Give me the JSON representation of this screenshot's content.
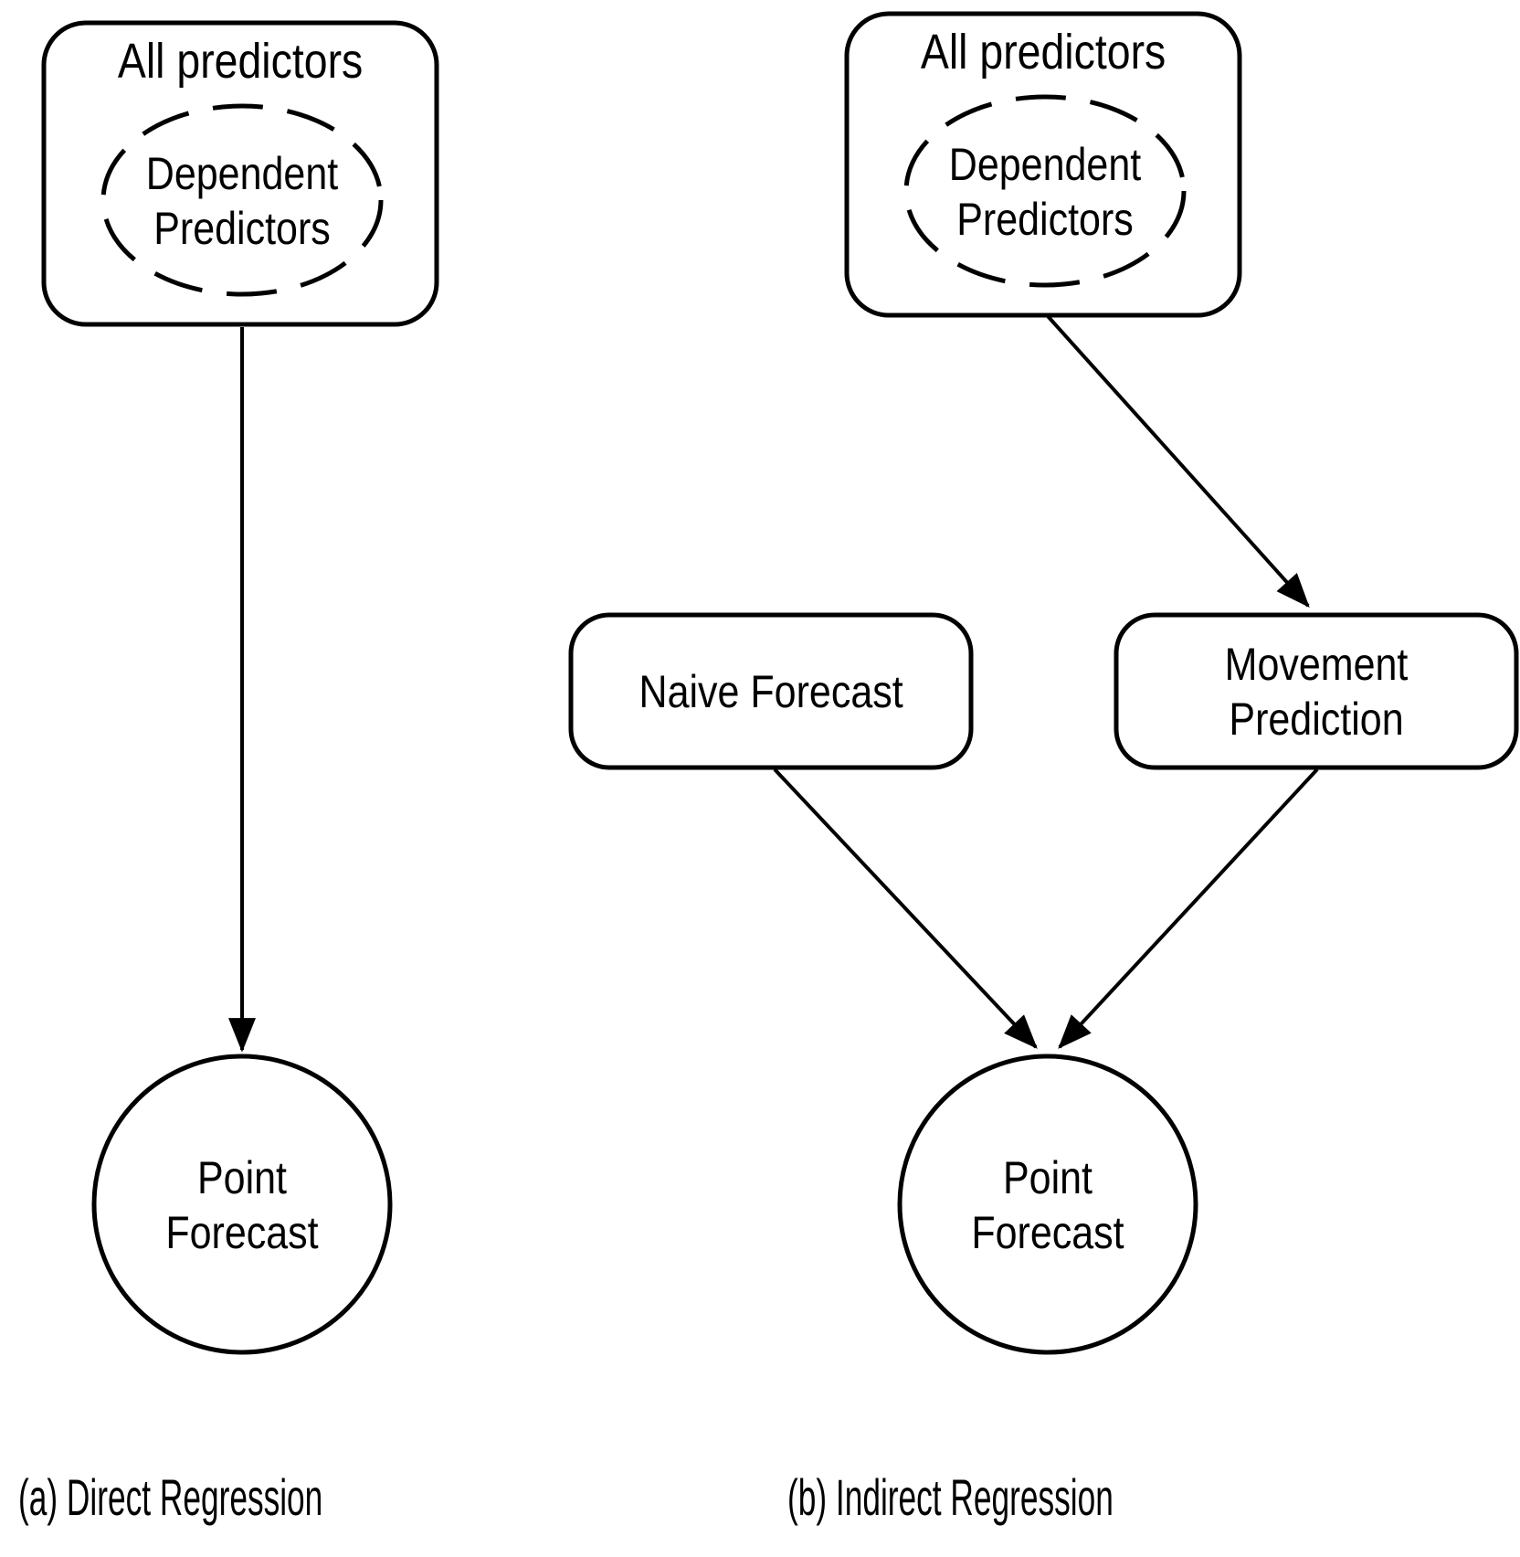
{
  "figure": {
    "colors": {
      "stroke": "#000000",
      "background": "#ffffff",
      "text": "#000000"
    },
    "panel_a": {
      "all_predictors_label": "All predictors",
      "dependent_predictors_label": "Dependent Predictors",
      "point_forecast_label": "Point Forecast",
      "caption": "(a) Direct Regression",
      "edges": [
        {
          "from": "all-predictors",
          "to": "point-forecast"
        }
      ]
    },
    "panel_b": {
      "all_predictors_label": "All predictors",
      "dependent_predictors_label": "Dependent Predictors",
      "naive_forecast_label": "Naive Forecast",
      "movement_prediction_label": "Movement Prediction",
      "point_forecast_label": "Point Forecast",
      "caption": "(b) Indirect Regression",
      "edges": [
        {
          "from": "all-predictors",
          "to": "movement-prediction"
        },
        {
          "from": "naive-forecast",
          "to": "point-forecast"
        },
        {
          "from": "movement-prediction",
          "to": "point-forecast"
        }
      ]
    }
  }
}
